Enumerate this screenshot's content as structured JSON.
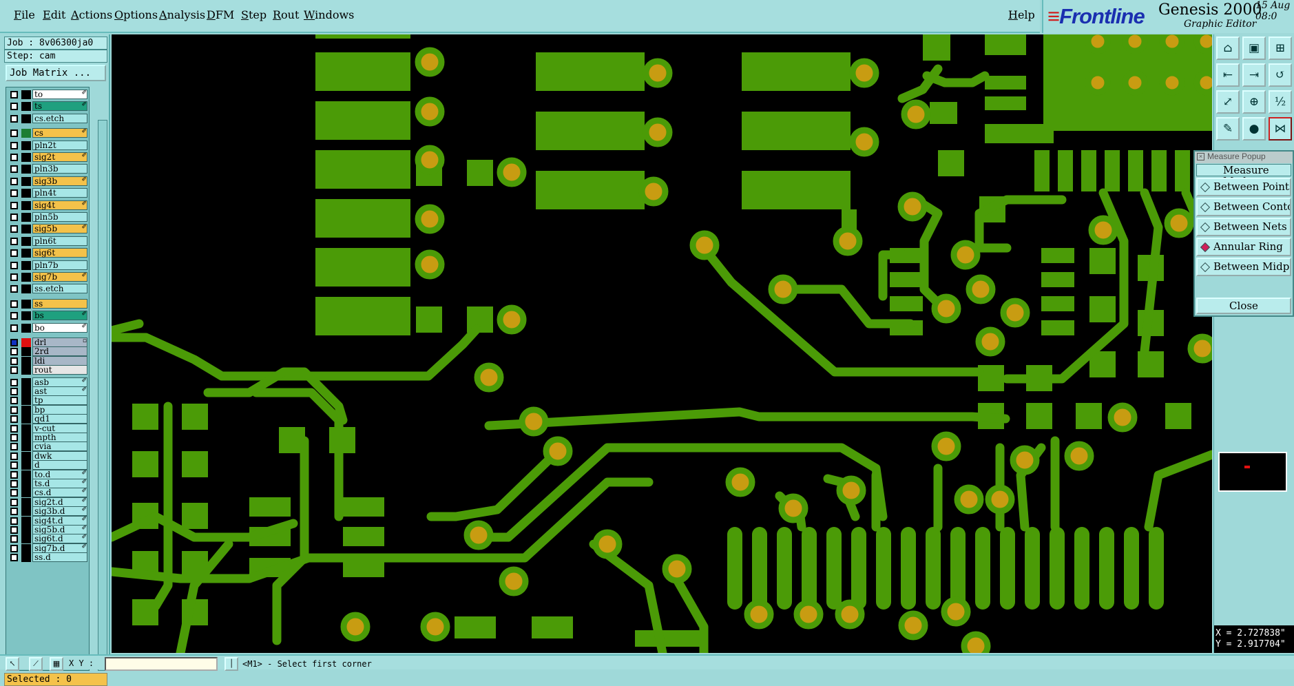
{
  "menu": [
    "File",
    "Edit",
    "Actions",
    "Options",
    "Analysis",
    "DFM",
    "Step",
    "Rout",
    "Windows"
  ],
  "help": "Help",
  "brand": {
    "logo": "Frontline",
    "product": "Genesis 2000",
    "subtitle": "Graphic Editor",
    "date": "15 Aug",
    "time": "08:0"
  },
  "job": {
    "job_line": "Job : 8v06300ja0",
    "step_line": "Step: cam",
    "matrix_button": "Job Matrix ..."
  },
  "layers": [
    {
      "name": "to",
      "bg": "#ffffff",
      "flag": "✐"
    },
    {
      "name": "ts",
      "bg": "#1fa07f",
      "flag": "✐"
    },
    {
      "name": "cs.etch",
      "bg": "#a6e6e6",
      "flag": ""
    },
    {
      "name": "cs",
      "bg": "#f4c24a",
      "flag": "✐",
      "color": "#1c7d33"
    },
    {
      "name": "pln2t",
      "bg": "#a6e6e6",
      "flag": ""
    },
    {
      "name": "sig2t",
      "bg": "#f4c24a",
      "flag": "✐"
    },
    {
      "name": "pln3b",
      "bg": "#a6e6e6",
      "flag": ""
    },
    {
      "name": "sig3b",
      "bg": "#f4c24a",
      "flag": "✐"
    },
    {
      "name": "pln4t",
      "bg": "#a6e6e6",
      "flag": ""
    },
    {
      "name": "sig4t",
      "bg": "#f4c24a",
      "flag": "✐"
    },
    {
      "name": "pln5b",
      "bg": "#a6e6e6",
      "flag": ""
    },
    {
      "name": "sig5b",
      "bg": "#f4c24a",
      "flag": "✐"
    },
    {
      "name": "pln6t",
      "bg": "#a6e6e6",
      "flag": ""
    },
    {
      "name": "sig6t",
      "bg": "#f4c24a",
      "flag": ""
    },
    {
      "name": "pln7b",
      "bg": "#a6e6e6",
      "flag": ""
    },
    {
      "name": "sig7b",
      "bg": "#f4c24a",
      "flag": "✐"
    },
    {
      "name": "ss.etch",
      "bg": "#a6e6e6",
      "flag": ""
    },
    {
      "name": "ss",
      "bg": "#f4c24a",
      "flag": ""
    },
    {
      "name": "bs",
      "bg": "#1fa07f",
      "flag": "✐"
    },
    {
      "name": "bo",
      "bg": "#ffffff",
      "flag": "✐"
    },
    {
      "name": "drl",
      "bg": "#a8b7c7",
      "flag": "▫",
      "color": "#e01010",
      "active": true
    },
    {
      "name": "2rd",
      "bg": "#a8b7c7",
      "flag": ""
    },
    {
      "name": "ldi",
      "bg": "#a8b7c7",
      "flag": ""
    },
    {
      "name": "rout",
      "bg": "#e6e6e6",
      "flag": ""
    },
    {
      "name": "asb",
      "bg": "#a6e6e6",
      "flag": "✐"
    },
    {
      "name": "ast",
      "bg": "#a6e6e6",
      "flag": "✐"
    },
    {
      "name": "tp",
      "bg": "#a6e6e6",
      "flag": ""
    },
    {
      "name": "bp",
      "bg": "#a6e6e6",
      "flag": ""
    },
    {
      "name": "qd1",
      "bg": "#a6e6e6",
      "flag": ""
    },
    {
      "name": "v-cut",
      "bg": "#a6e6e6",
      "flag": ""
    },
    {
      "name": "mpth",
      "bg": "#a6e6e6",
      "flag": ""
    },
    {
      "name": "cvia",
      "bg": "#a6e6e6",
      "flag": ""
    },
    {
      "name": "dwk",
      "bg": "#a6e6e6",
      "flag": ""
    },
    {
      "name": "d",
      "bg": "#a6e6e6",
      "flag": ""
    },
    {
      "name": "to.d",
      "bg": "#a6e6e6",
      "flag": "✐"
    },
    {
      "name": "ts.d",
      "bg": "#a6e6e6",
      "flag": "✐"
    },
    {
      "name": "cs.d",
      "bg": "#a6e6e6",
      "flag": "✐"
    },
    {
      "name": "sig2t.d",
      "bg": "#a6e6e6",
      "flag": "✐"
    },
    {
      "name": "sig3b.d",
      "bg": "#a6e6e6",
      "flag": "✐"
    },
    {
      "name": "sig4t.d",
      "bg": "#a6e6e6",
      "flag": "✐"
    },
    {
      "name": "sig5b.d",
      "bg": "#a6e6e6",
      "flag": "✐"
    },
    {
      "name": "sig6t.d",
      "bg": "#a6e6e6",
      "flag": "✐"
    },
    {
      "name": "sig7b.d",
      "bg": "#a6e6e6",
      "flag": "✐"
    },
    {
      "name": "ss.d",
      "bg": "#a6e6e6",
      "flag": ""
    }
  ],
  "selected": "Selected : 0",
  "measure_popup": {
    "title": "Measure Popup",
    "mode_label": "Measure Mode",
    "options": [
      "Between Points",
      "Between Contours",
      "Between Nets",
      "Annular Ring",
      "Between Midpoints"
    ],
    "selected": "Annular Ring",
    "close": "Close"
  },
  "coords": {
    "x": "X = 2.727838\"",
    "y": "Y = 2.917704\""
  },
  "status": {
    "xy_label": "X Y :",
    "xy_value": "",
    "prompt": "<M1> - Select first corner"
  },
  "colors": {
    "copper": "#4b9b07",
    "pad": "#c89c12",
    "background": "#000000"
  }
}
